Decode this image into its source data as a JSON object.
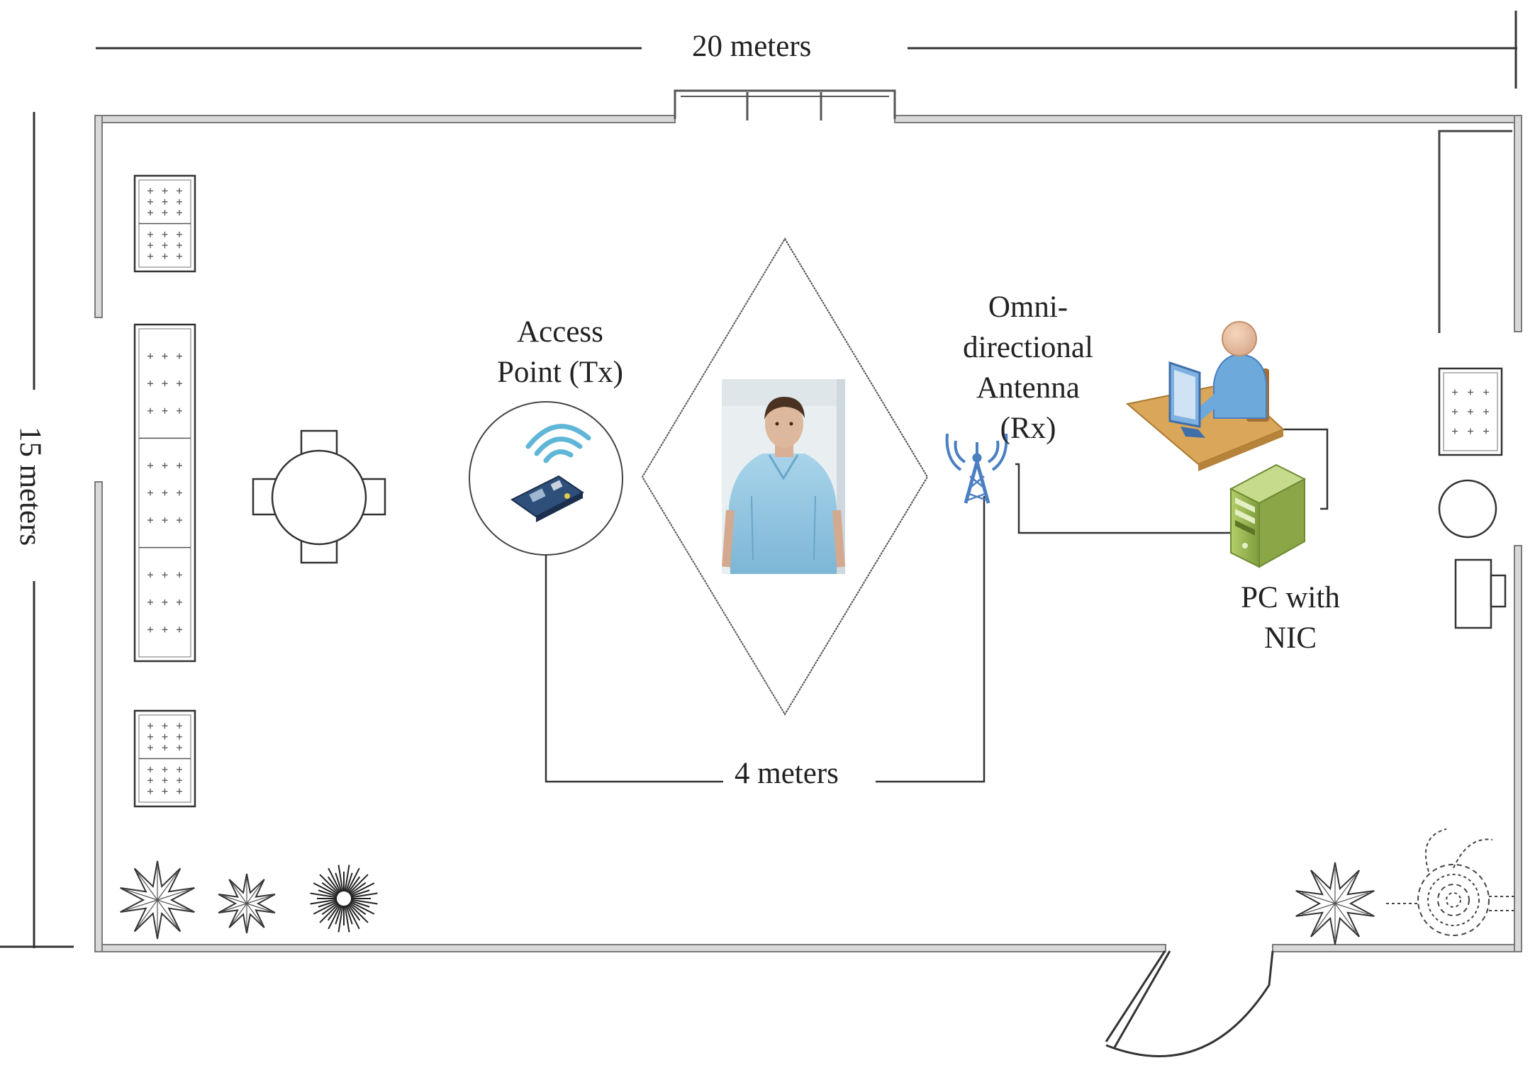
{
  "diagram": {
    "dimensions": {
      "width": "20 meters",
      "height": "15 meters",
      "separation": "4 meters"
    },
    "labels": {
      "access_point": [
        "Access",
        "Point (Tx)"
      ],
      "antenna": [
        "Omni-",
        "directional",
        "Antenna",
        "(Rx)"
      ],
      "pc": [
        "PC with",
        "NIC"
      ]
    },
    "icons": {
      "access_point": "wifi-router-board-icon",
      "antenna": "radio-tower-icon",
      "subject": "patient-photo",
      "operator": "user-at-computer-icon",
      "pc": "desktop-tower-icon"
    },
    "colors": {
      "wall": "#8a8a8a",
      "line": "#333333",
      "antenna_blue": "#4a7fc1",
      "pc_green": "#8fb04c",
      "desk_tan": "#d8a75a",
      "gown_blue": "#8ec3df"
    }
  }
}
